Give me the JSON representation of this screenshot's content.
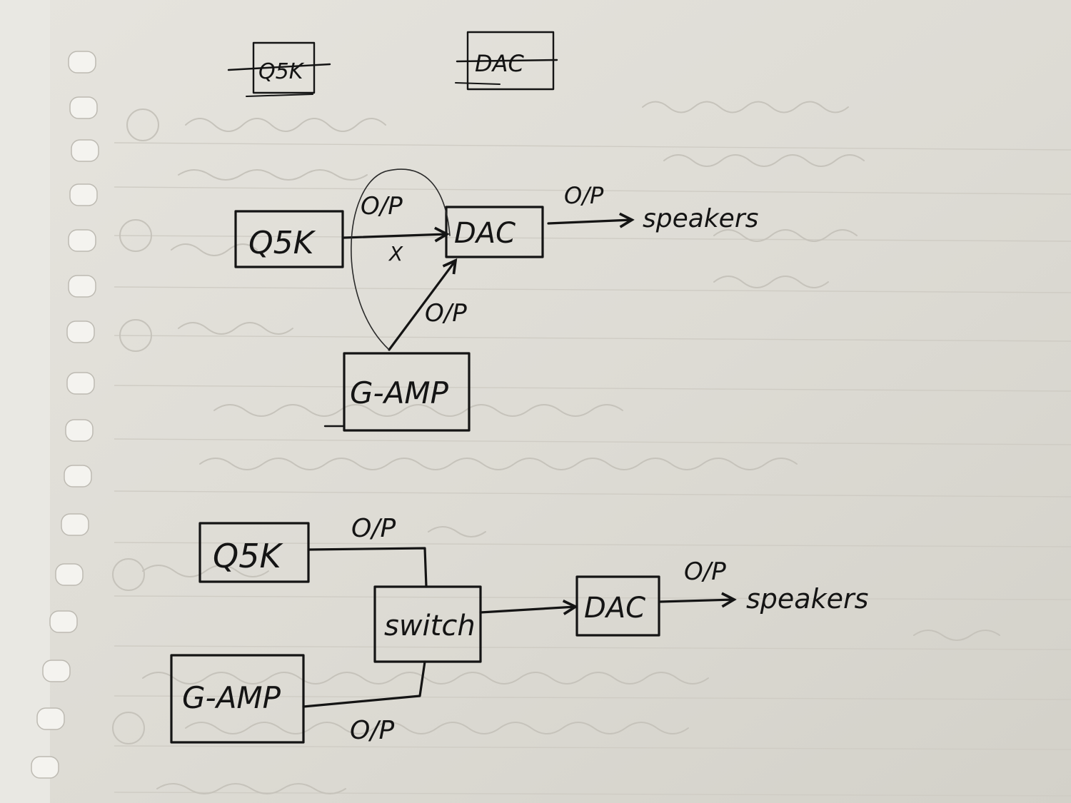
{
  "top_labels": {
    "q5k_struck": "Q5K",
    "dac_struck": "DAC"
  },
  "diagram1": {
    "q5k": "Q5K",
    "dac": "DAC",
    "gamp": "G-AMP",
    "op_q5k_dac": "O/P",
    "cross_mark": "X",
    "op_gamp_dac": "O/P",
    "op_dac_out": "O/P",
    "speakers": "speakers"
  },
  "diagram2": {
    "q5k": "Q5K",
    "gamp": "G-AMP",
    "switch": "switch",
    "dac": "DAC",
    "op_q5k": "O/P",
    "op_gamp": "O/P",
    "op_dac_out": "O/P",
    "speakers": "speakers"
  },
  "colors": {
    "paper": "#dedcd6",
    "ink": "#141414",
    "ghost": "#b9b7b1"
  }
}
